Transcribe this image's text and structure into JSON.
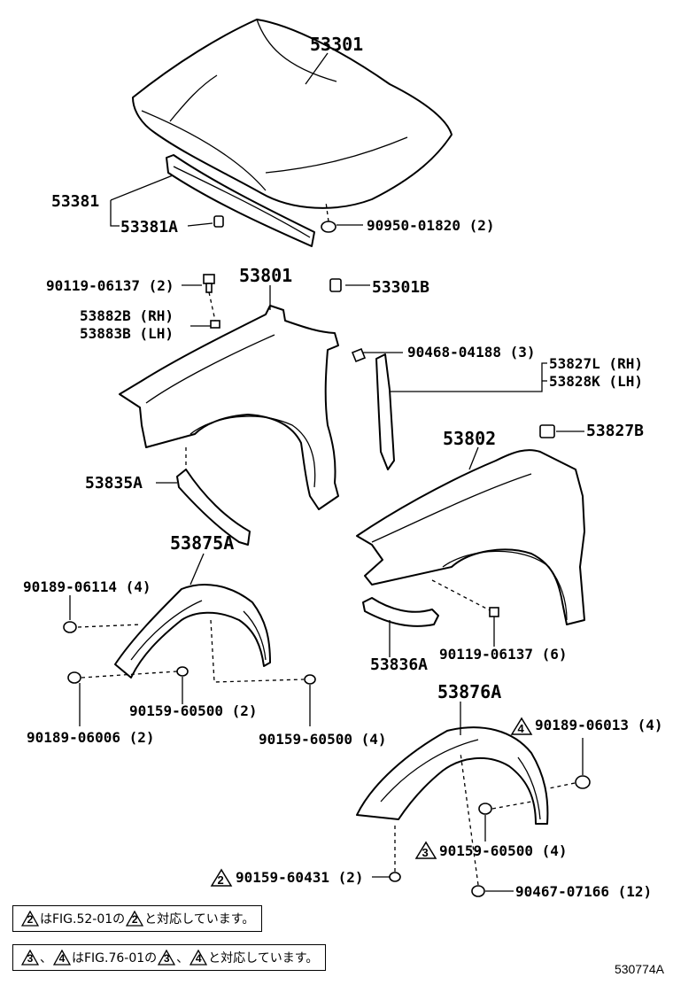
{
  "parts": {
    "hood": "53301",
    "hood_seal": "53381",
    "hood_seal_clip": "53381A",
    "hood_cushion": "90950-01820 (2)",
    "bolt_top": "90119-06137 (2)",
    "fender_rh": "53801",
    "hood_bumper": "53301B",
    "washer_rh": "53882B (RH)",
    "washer_lh": "53883B (LH)",
    "clip_small": "90468-04188 (3)",
    "seal_rh": "53827L (RH)",
    "seal_lh": "53828K (LH)",
    "fender_lh": "53802",
    "clip_block": "53827B",
    "bracket_rh": "53835A",
    "liner_rh": "53875A",
    "screw_a": "90189-06114 (4)",
    "screw_b": "90189-06006 (2)",
    "screw_c": "90159-60500 (2)",
    "screw_d": "90159-60500 (4)",
    "bracket_lh": "53836A",
    "bolt_bottom": "90119-06137 (6)",
    "liner_lh": "53876A",
    "screw_e": "90189-06013 (4)",
    "screw_f": "90159-60500 (4)",
    "screw_g": "90159-60431 (2)",
    "clip_bottom": "90467-07166 (12)"
  },
  "callouts": {
    "mark_2": "2",
    "mark_3": "3",
    "mark_4": "4"
  },
  "notes": {
    "note1_text_a": "はFIG.52-01の",
    "note1_text_b": "と対応しています。",
    "note2_sep": "、",
    "note2_text_a": "はFIG.76-01の",
    "note2_sep2": "、",
    "note2_text_b": "と対応しています。"
  },
  "figure_id": "530774A"
}
